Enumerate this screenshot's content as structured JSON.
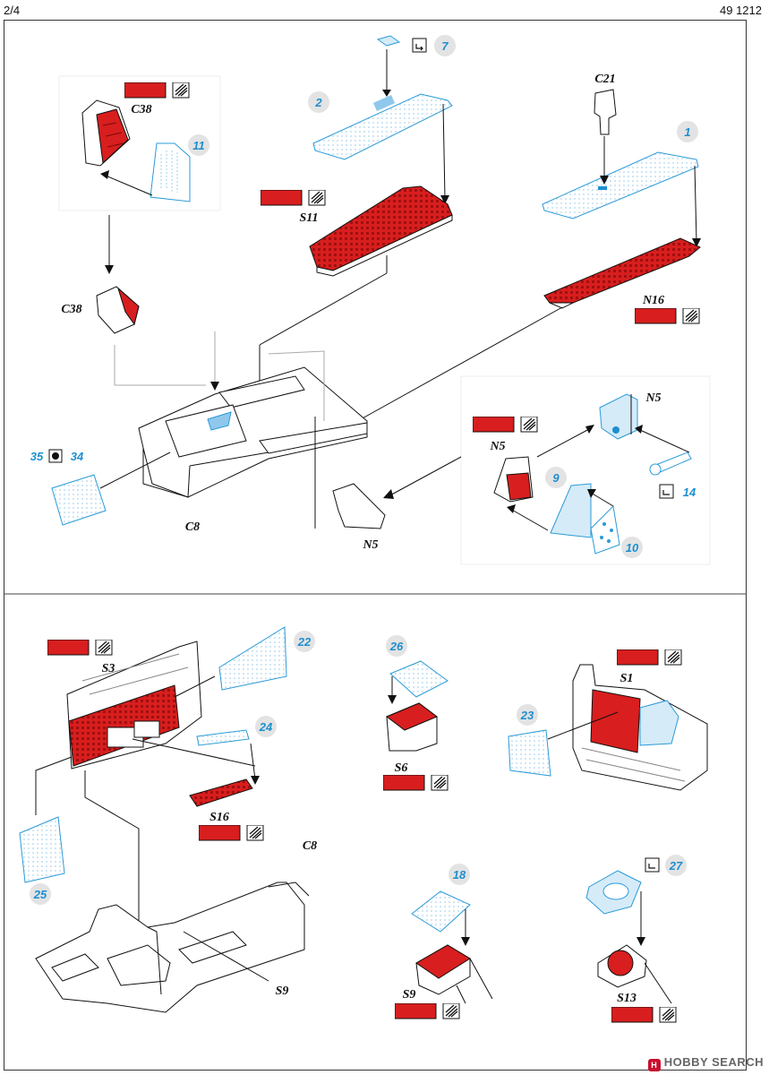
{
  "header": {
    "page": "2/4",
    "catalog": "49 1212"
  },
  "watermark": {
    "brand": "HOBBY SEARCH",
    "logo_icon": "hobby-search-logo-icon"
  },
  "colors": {
    "paint_red": "#d81e1e",
    "etch_blue": "#2a9ad8",
    "bubble_grey": "#e3e3e3",
    "line": "#222222"
  },
  "labels": {
    "c38_top": "C38",
    "c38_mid": "C38",
    "c21": "C21",
    "s11": "S11",
    "n16": "N16",
    "n5_top": "N5",
    "n5_mid": "N5",
    "n5_bottom": "N5",
    "c8_top": "C8",
    "s3": "S3",
    "s16": "S16",
    "s6": "S6",
    "s1": "S1",
    "c8_bottom": "C8",
    "s9_left": "S9",
    "s9_right": "S9",
    "s13": "S13"
  },
  "steps": {
    "n1": "1",
    "n2": "2",
    "n7": "7",
    "n9": "9",
    "n10": "10",
    "n11": "11",
    "n14": "14",
    "n22": "22",
    "n23": "23",
    "n24": "24",
    "n25": "25",
    "n26": "26",
    "n18": "18",
    "n27": "27",
    "n35": "35",
    "n34": "34"
  }
}
